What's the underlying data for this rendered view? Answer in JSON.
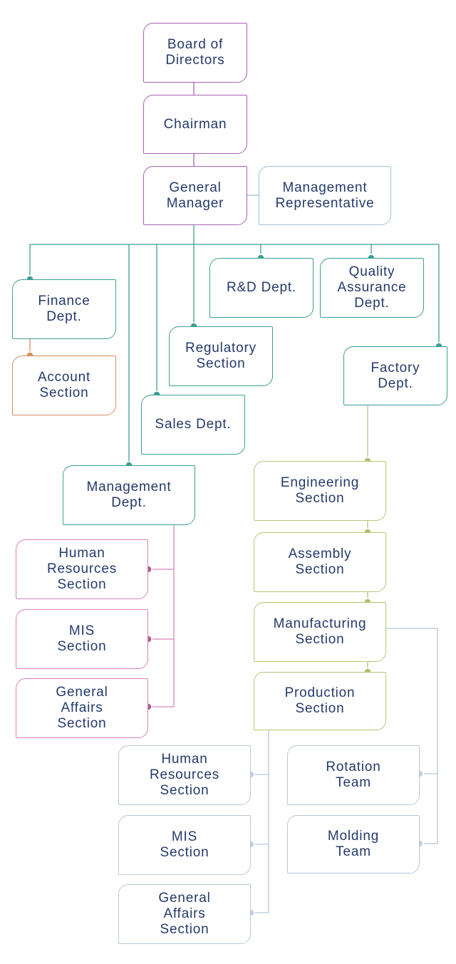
{
  "nodes": {
    "board": "Board of\nDirectors",
    "chairman": "Chairman",
    "general_manager": "General\nManager",
    "mgmt_rep": "Management\nRepresentative",
    "finance": "Finance\nDept.",
    "account": "Account\nSection",
    "regulatory": "Regulatory\nSection",
    "rnd": "R&D Dept.",
    "qa": "Quality\nAssurance\nDept.",
    "sales": "Sales Dept.",
    "factory": "Factory\nDept.",
    "management": "Management\nDept.",
    "hr_left": "Human\nResources\nSection",
    "mis_left": "MIS\nSection",
    "ga_left": "General\nAffairs\nSection",
    "engineering": "Engineering\nSection",
    "assembly": "Assembly\nSection",
    "manufacturing": "Manufacturing\nSection",
    "production": "Production\nSection",
    "hr_bottom": "Human\nResources\nSection",
    "mis_bottom": "MIS\nSection",
    "ga_bottom": "General\nAffairs\nSection",
    "rotation": "Rotation\nTeam",
    "molding": "Molding\nTeam"
  },
  "colors": {
    "purple": "#a762b0",
    "blue": "#9ec1de",
    "teal": "#3d9e96",
    "orange": "#d88e5f",
    "pink": "#d783b9",
    "olive": "#bcc47a",
    "grey": "#b7c7da",
    "text": "#253a6b"
  }
}
